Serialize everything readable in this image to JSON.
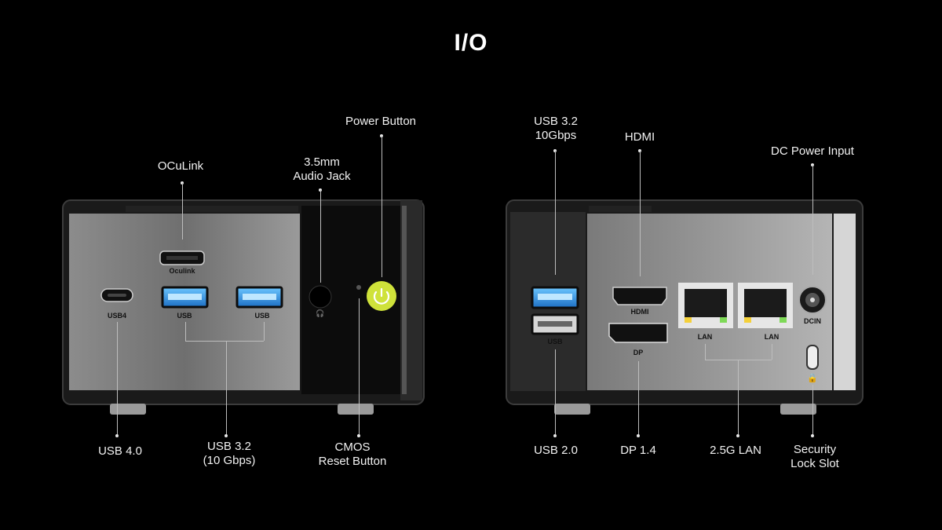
{
  "title": "I/O",
  "front": {
    "labels": {
      "oculink": "OCuLink",
      "audio": "3.5mm\nAudio Jack",
      "power": "Power Button",
      "usb4": "USB 4.0",
      "usb32": "USB 3.2\n(10 Gbps)",
      "cmos": "CMOS\nReset Button"
    },
    "port_text": {
      "oculink": "Oculink",
      "usb4": "USB4",
      "usb_a": "USB"
    },
    "accent_power": "#cfe23a",
    "accent_usb": "#3aa0e6"
  },
  "rear": {
    "labels": {
      "usb32": "USB 3.2\n10Gbps",
      "hdmi": "HDMI",
      "dcin": "DC Power Input",
      "usb20": "USB 2.0",
      "dp": "DP 1.4",
      "lan": "2.5G LAN",
      "lock": "Security\nLock Slot"
    },
    "port_text": {
      "usb": "USB",
      "hdmi": "HDMI",
      "dp": "DP",
      "lan": "LAN",
      "dcin": "DCIN"
    }
  }
}
